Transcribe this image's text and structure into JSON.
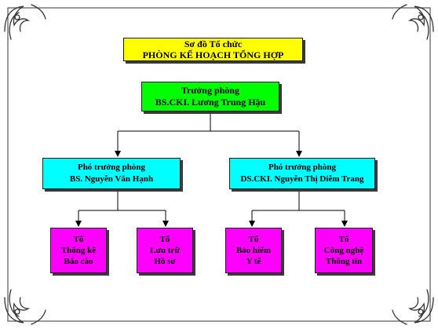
{
  "colors": {
    "title_fill": "#ffff00",
    "head_fill": "#00ff00",
    "deputy_fill": "#00ffff",
    "team_fill": "#ff00ff",
    "line": "#000000",
    "frame": "#555555"
  },
  "title": {
    "line1": "Sơ đồ Tổ chức",
    "line2": "PHÒNG KẾ HOẠCH TỔNG HỢP"
  },
  "head": {
    "role": "Trưởng phòng",
    "person": "BS.CKI. Lương Trung Hậu"
  },
  "deputies": [
    {
      "role": "Phó trưởng phòng",
      "person": "BS. Nguyễn Văn Hạnh"
    },
    {
      "role": "Phó trưởng phòng",
      "person": "DS.CKI. Nguyễn Thị Diễm Trang"
    }
  ],
  "teams": [
    {
      "lines": [
        "Tổ",
        "Thống kê",
        "Báo cáo"
      ]
    },
    {
      "lines": [
        "Tổ",
        "Lưu trữ",
        "Hồ sơ"
      ]
    },
    {
      "lines": [
        "Tổ",
        "Bảo hiểm",
        "Y tế"
      ]
    },
    {
      "lines": [
        "Tổ",
        "Công nghệ",
        "Thông tin"
      ]
    }
  ],
  "decor": {
    "corner_icon": "ornamental-flourish-icon"
  }
}
